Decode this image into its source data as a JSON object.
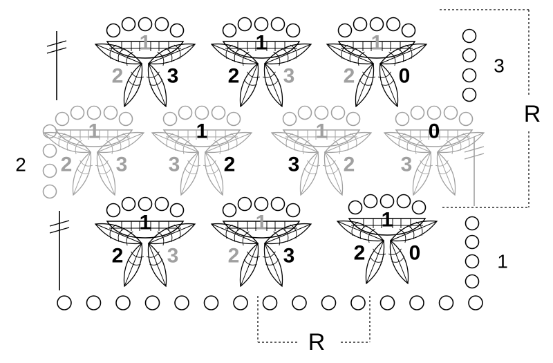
{
  "row_labels": {
    "row1": "1",
    "row2": "2",
    "row3": "3"
  },
  "repeat_label": "R",
  "colors": {
    "dark": "#000000",
    "light": "#a0a0a0",
    "background": "#ffffff"
  },
  "motifs": [
    {
      "top": "1",
      "left": "2",
      "right": "3",
      "top_tone": "light",
      "left_tone": "light",
      "right_tone": "dark"
    },
    {
      "top": "1",
      "left": "2",
      "right": "3",
      "top_tone": "dark",
      "left_tone": "dark",
      "right_tone": "light"
    },
    {
      "top": "1",
      "left": "2",
      "right": "0",
      "top_tone": "light",
      "left_tone": "light",
      "right_tone": "dark"
    },
    {
      "top": "1",
      "left": "2",
      "right": "3",
      "top_tone": "light",
      "left_tone": "light",
      "right_tone": "light"
    },
    {
      "top": "1",
      "left": "3",
      "right": "2",
      "top_tone": "dark",
      "left_tone": "light",
      "right_tone": "dark"
    },
    {
      "top": "1",
      "left": "3",
      "right": "2",
      "top_tone": "light",
      "left_tone": "dark",
      "right_tone": "light"
    },
    {
      "top": "0",
      "left": "3",
      "right": "",
      "top_tone": "dark",
      "left_tone": "light",
      "right_tone": "light"
    },
    {
      "top": "1",
      "left": "2",
      "right": "3",
      "top_tone": "dark",
      "left_tone": "dark",
      "right_tone": "light"
    },
    {
      "top": "1",
      "left": "2",
      "right": "3",
      "top_tone": "light",
      "left_tone": "light",
      "right_tone": "dark"
    },
    {
      "top": "1",
      "left": "2",
      "right": "0",
      "top_tone": "dark",
      "left_tone": "dark",
      "right_tone": "dark"
    }
  ]
}
